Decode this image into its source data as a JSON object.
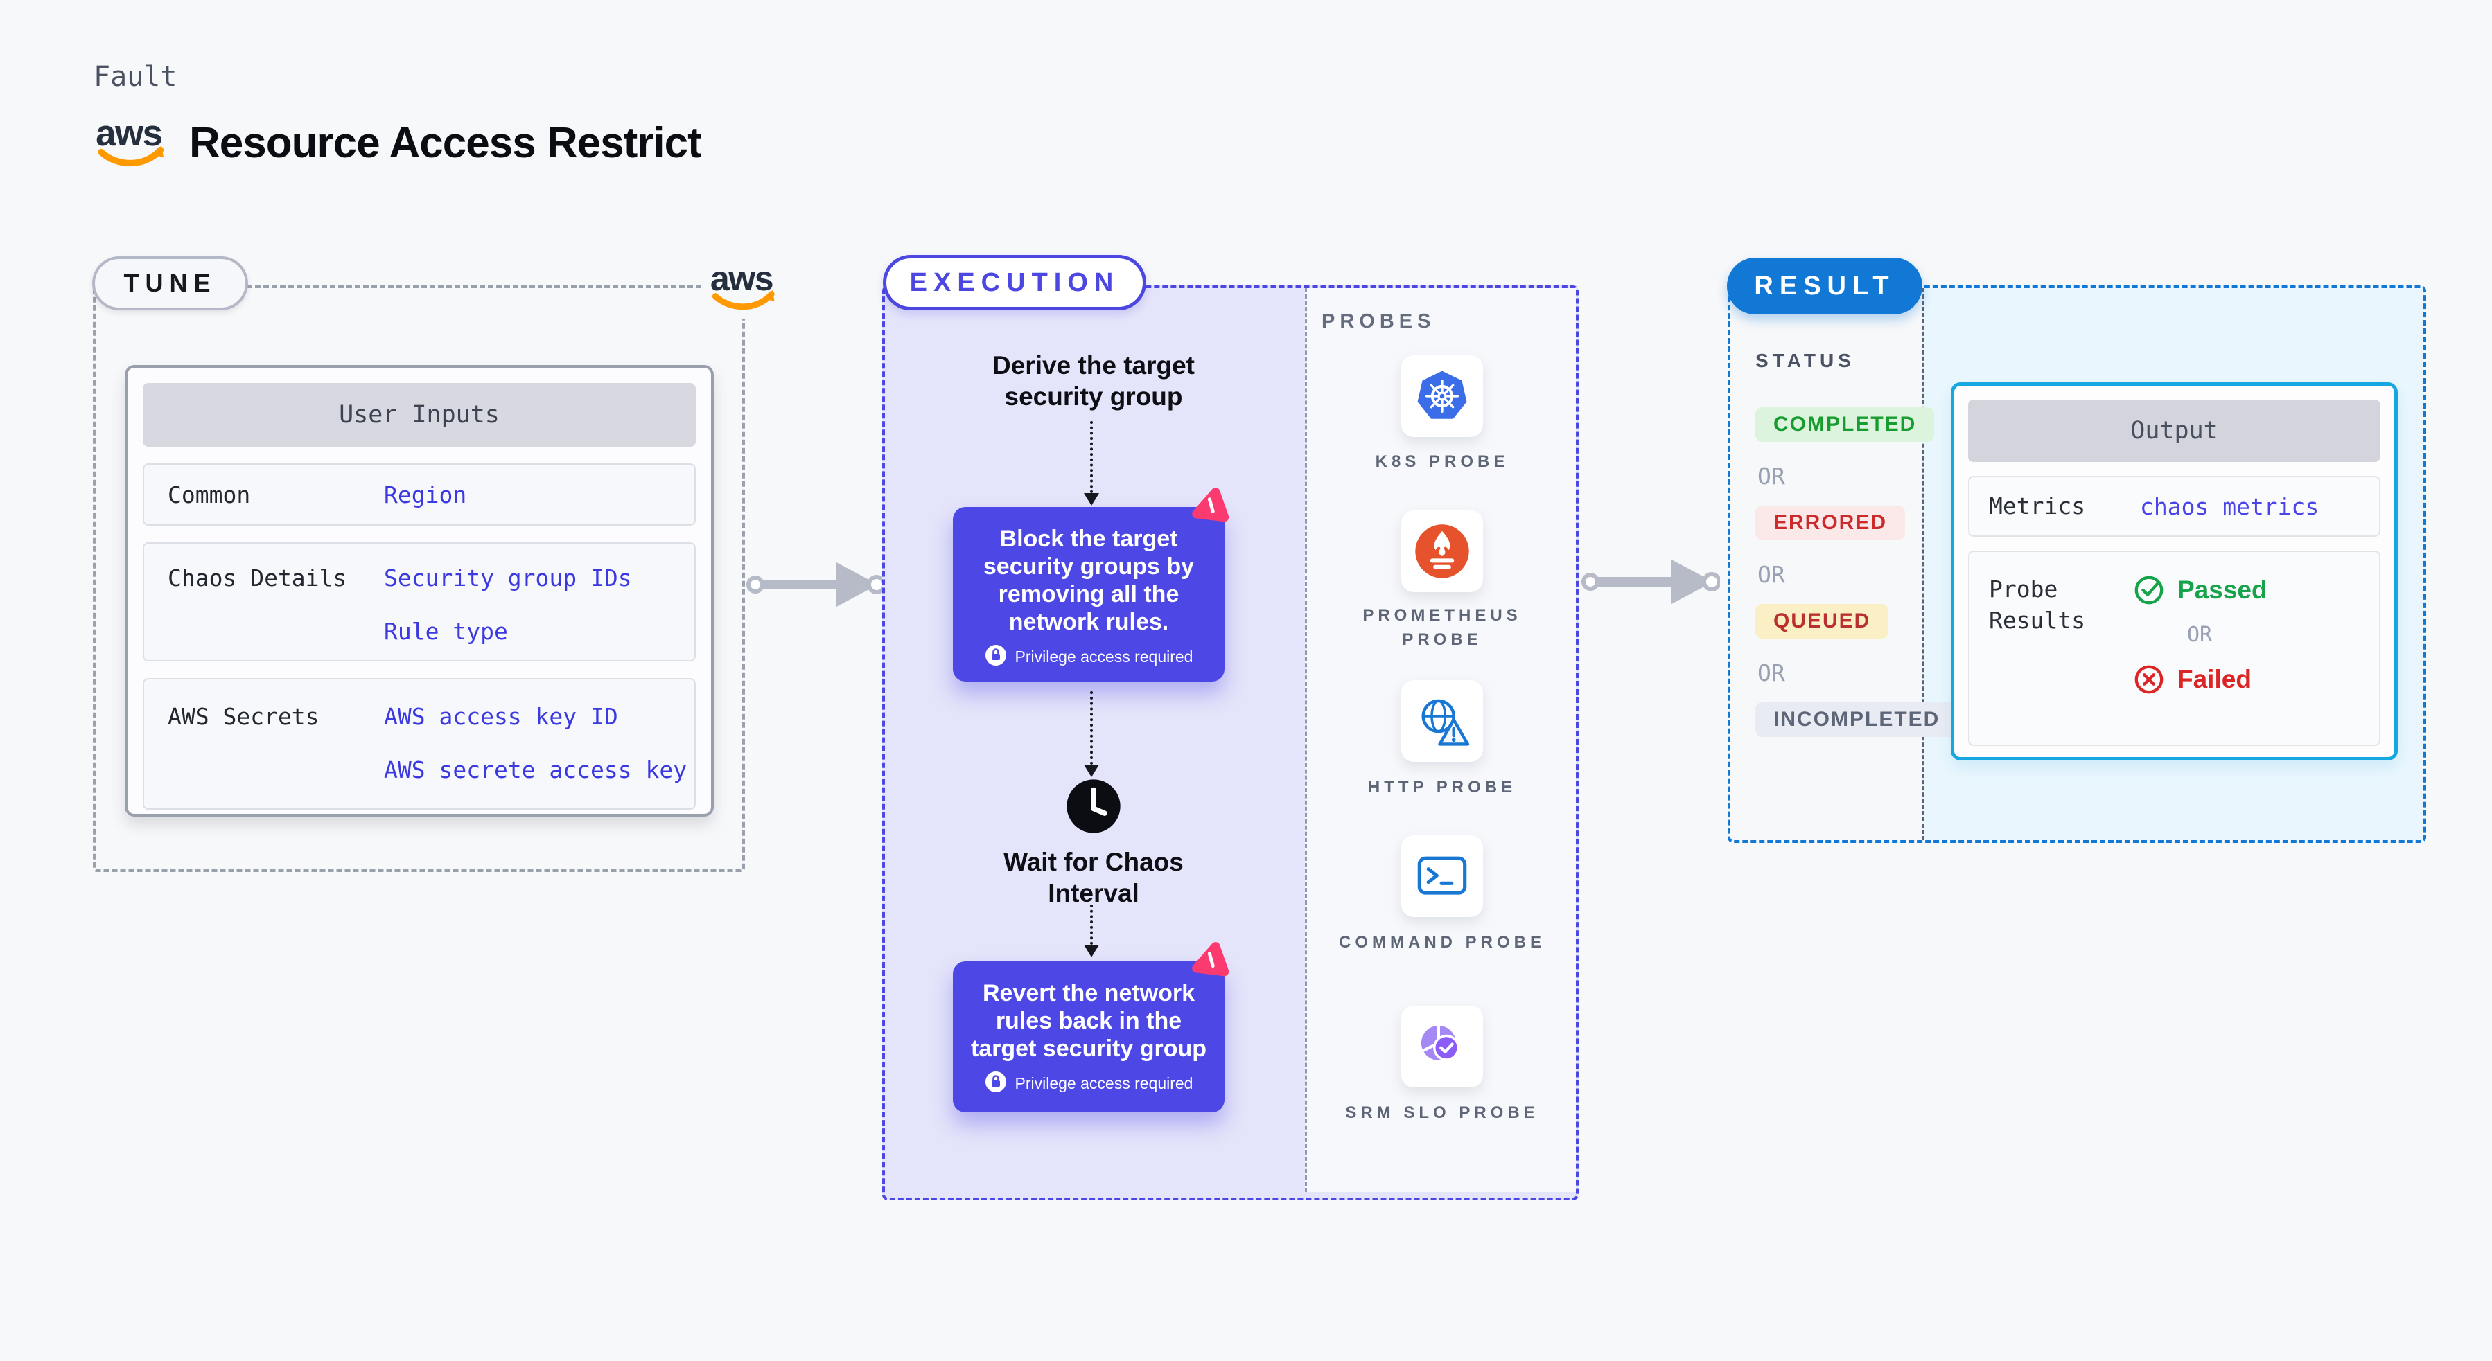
{
  "header": {
    "eyebrow": "Fault",
    "title": "Resource Access Restrict",
    "aws_wordmark": "aws"
  },
  "tune": {
    "pill": "TUNE",
    "user_inputs": {
      "header": "User Inputs",
      "rows": [
        {
          "label": "Common",
          "values": [
            "Region"
          ]
        },
        {
          "label": "Chaos Details",
          "values": [
            "Security group IDs",
            "Rule type"
          ]
        },
        {
          "label": "AWS Secrets",
          "values": [
            "AWS access key ID",
            "AWS secrete access key"
          ]
        }
      ]
    }
  },
  "execution": {
    "pill": "EXECUTION",
    "step_derive": "Derive the target security group",
    "step_block": "Block the target security groups by removing all the network rules.",
    "step_wait": "Wait for Chaos Interval",
    "step_revert": "Revert the network rules back in the target security group",
    "privilege_note": "Privilege access required"
  },
  "probes": {
    "heading": "PROBES",
    "items": [
      {
        "name": "K8S PROBE",
        "icon": "kubernetes-icon"
      },
      {
        "name": "PROMETHEUS PROBE",
        "icon": "prometheus-icon"
      },
      {
        "name": "HTTP PROBE",
        "icon": "http-globe-warning-icon"
      },
      {
        "name": "COMMAND PROBE",
        "icon": "terminal-icon"
      },
      {
        "name": "SRM SLO PROBE",
        "icon": "srm-slo-pie-check-icon"
      }
    ]
  },
  "result": {
    "pill": "RESULT",
    "status_heading": "STATUS",
    "or": "OR",
    "statuses": [
      {
        "label": "COMPLETED",
        "bg": "#dcf3dd",
        "fg": "#179c30"
      },
      {
        "label": "ERRORED",
        "bg": "#fbe9e9",
        "fg": "#cd2b2b"
      },
      {
        "label": "QUEUED",
        "bg": "#fbf0c5",
        "fg": "#ba2f2f"
      },
      {
        "label": "INCOMPLETED",
        "bg": "#e9ebf2",
        "fg": "#5d6678"
      }
    ],
    "output": {
      "header": "Output",
      "metrics_label": "Metrics",
      "metrics_value": "chaos metrics",
      "probe_results_label": "Probe Results",
      "passed": "Passed",
      "failed": "Failed"
    }
  },
  "colors": {
    "page_background": "#f7f8fa",
    "indigo_accent": "#4c47e0",
    "step_box": "#4c47e5",
    "result_blue": "#1278d5",
    "output_border": "#16a7e0",
    "link_value_blue": "#3b39e0",
    "chaos_pink": "#fb3a70",
    "aws_orange": "#ff9900",
    "passed_green": "#16a34a",
    "failed_red": "#dc2626"
  }
}
